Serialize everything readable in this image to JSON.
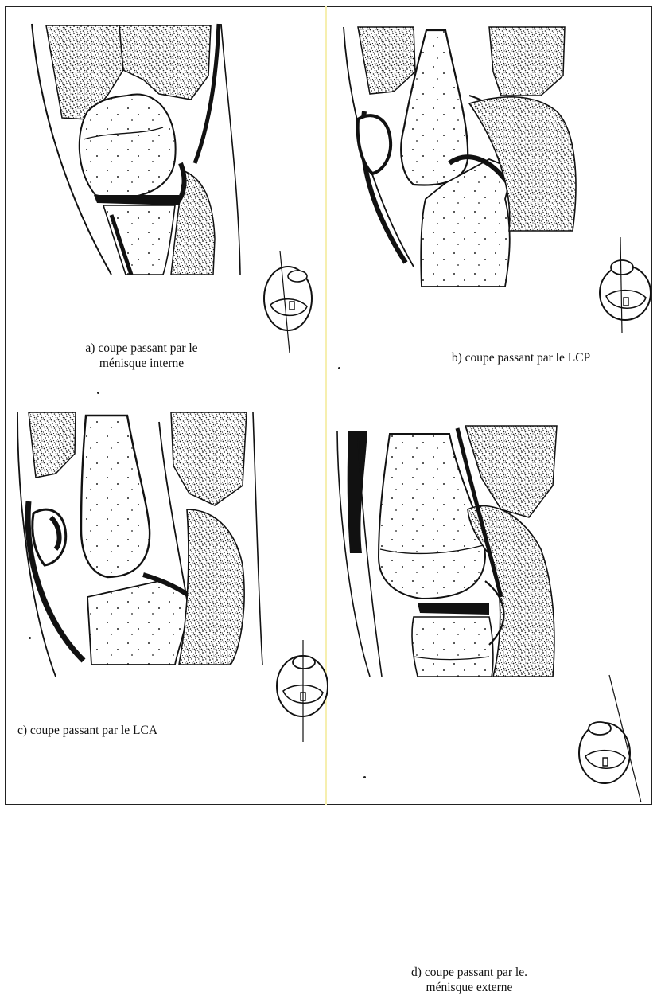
{
  "panels": [
    {
      "id": "a",
      "caption_line1": "a) coupe passant par le",
      "caption_line2": "ménisque interne"
    },
    {
      "id": "b",
      "caption_line1": "b) coupe passant par le LCP",
      "caption_line2": ""
    },
    {
      "id": "c",
      "caption_line1": "c) coupe passant par le LCA",
      "caption_line2": ""
    },
    {
      "id": "d",
      "caption_line1": "d) coupe passant par le.",
      "caption_line2": "ménisque externe"
    }
  ],
  "colors": {
    "ink": "#111111",
    "stipple": "#1a1a1a",
    "paper": "#ffffff",
    "highlight": "#f6efb0"
  }
}
